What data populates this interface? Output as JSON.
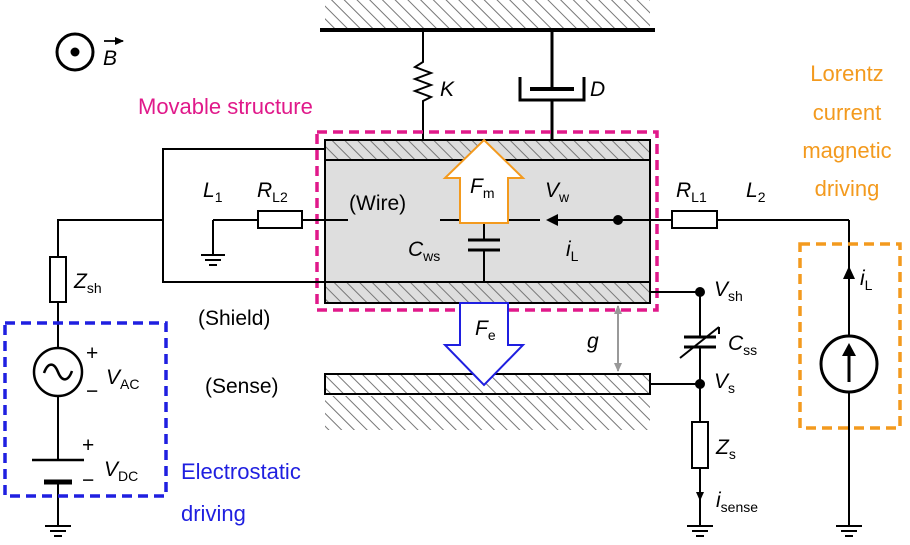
{
  "colors": {
    "movable_box": "#e0198a",
    "lorentz": "#f39a1e",
    "electrostatic": "#1f1fe0",
    "structure_fill": "#dedede",
    "wire": "#000000",
    "gap_arrow": "#999999"
  },
  "magnetic_field": {
    "symbol": "B",
    "icon": "out-of-page-dot-icon"
  },
  "mechanical": {
    "spring": "K",
    "damper": "D"
  },
  "regions": {
    "movable": "Movable structure",
    "lorentz_line1": "Lorentz",
    "lorentz_line2": "current",
    "lorentz_line3": "magnetic",
    "lorentz_line4": "driving",
    "electrostatic_line1": "Electrostatic",
    "electrostatic_line2": "driving"
  },
  "layers": {
    "wire": "(Wire)",
    "shield": "(Shield)",
    "sense": "(Sense)"
  },
  "nodes": {
    "L1_main": "L",
    "L1_sub": "1",
    "L2_main": "L",
    "L2_sub": "2",
    "Vw_main": "V",
    "Vw_sub": "w",
    "Vsh_main": "V",
    "Vsh_sub": "sh",
    "Vs_main": "V",
    "Vs_sub": "s"
  },
  "components": {
    "RL2_main": "R",
    "RL2_sub": "L2",
    "RL1_main": "R",
    "RL1_sub": "L1",
    "Cws_main": "C",
    "Cws_sub": "ws",
    "Css_main": "C",
    "Css_sub": "ss",
    "Zsh_main": "Z",
    "Zsh_sub": "sh",
    "Zs_main": "Z",
    "Zs_sub": "s",
    "VAC_main": "V",
    "VAC_sub": "AC",
    "VDC_main": "V",
    "VDC_sub": "DC"
  },
  "forces": {
    "Fm_main": "F",
    "Fm_sub": "m",
    "Fe_main": "F",
    "Fe_sub": "e"
  },
  "currents": {
    "iL_main": "i",
    "iL_sub": "L",
    "iL2_main": "i",
    "iL2_sub": "L",
    "isense_main": "i",
    "isense_sub": "sense"
  },
  "gap": "g",
  "polarity": {
    "ac_plus": "+",
    "ac_minus": "−",
    "dc_plus": "+",
    "dc_minus": "−"
  }
}
